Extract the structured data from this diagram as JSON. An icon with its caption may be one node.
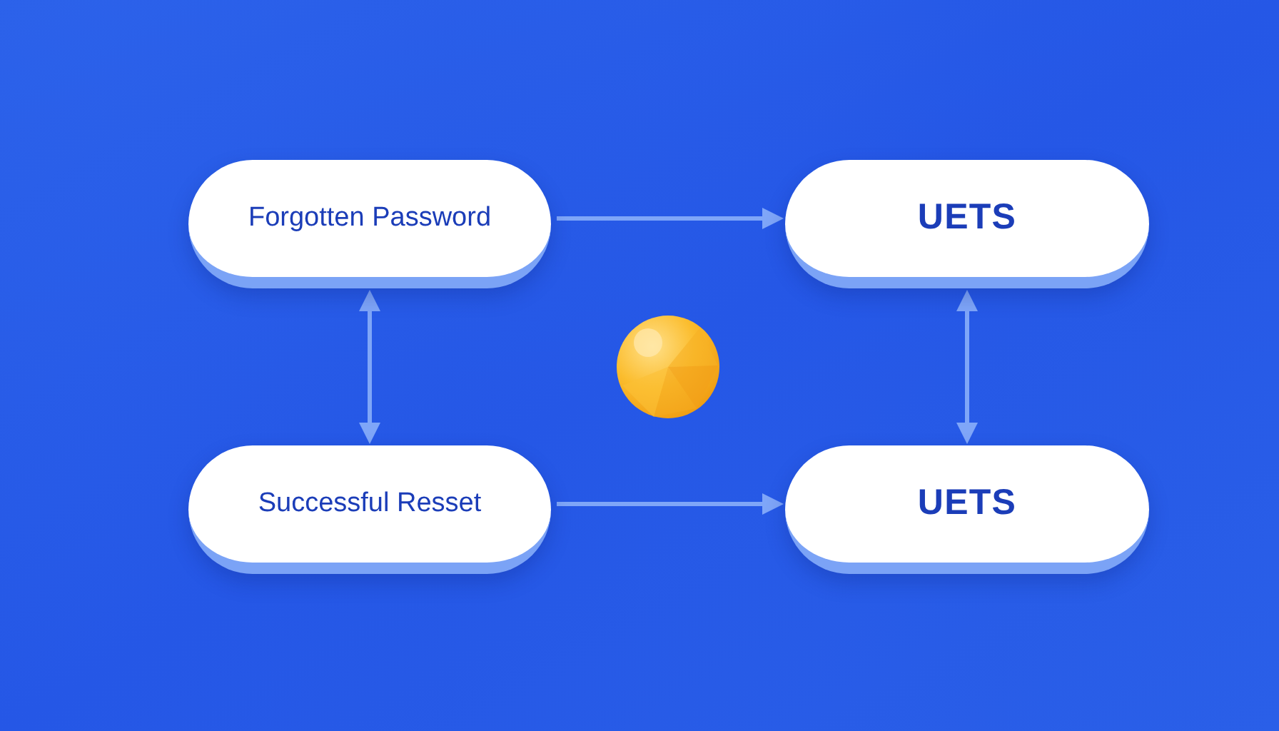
{
  "diagram": {
    "nodes": [
      {
        "text": [
          "Forgotten Password"
        ]
      },
      {
        "text": [
          "UETS"
        ]
      },
      {
        "text": [
          "Successful Resset"
        ]
      },
      {
        "text": [
          "UETS"
        ]
      }
    ],
    "edges": [
      {
        "from": 0,
        "to": 1,
        "arrow": "to"
      },
      {
        "from": 0,
        "to": 2,
        "arrow": "both"
      },
      {
        "from": 1,
        "to": 3,
        "arrow": "both"
      },
      {
        "from": 2,
        "to": 3,
        "arrow": "to"
      }
    ]
  }
}
